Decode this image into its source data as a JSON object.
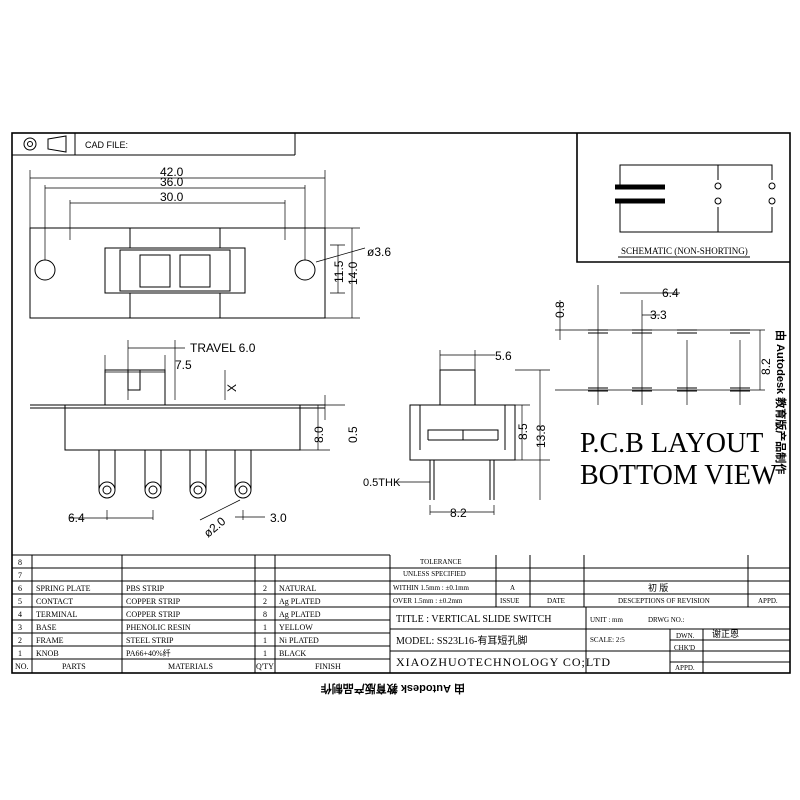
{
  "header": {
    "cad_file_label": "CAD FILE:"
  },
  "schematic": {
    "label": "SCHEMATIC (NON-SHORTING)"
  },
  "top_view": {
    "dims": [
      "42.0",
      "36.0",
      "30.0",
      "11.5",
      "14.0",
      "ø3.6"
    ]
  },
  "side_view": {
    "dims": [
      "TRAVEL 6.0",
      "7.5",
      "X",
      "8.0",
      "0.5",
      "6.4",
      "ø2.0",
      "3.0"
    ]
  },
  "end_view": {
    "dims": [
      "5.6",
      "8.5",
      "13.8",
      "0.5THK",
      "8.2"
    ]
  },
  "pcb": {
    "dims": [
      "0.8",
      "6.4",
      "3.3",
      "8.2"
    ],
    "title_line1": "P.C.B LAYOUT",
    "title_line2": "BOTTOM VIEW"
  },
  "watermark": "由 Autodesk 教育版产品制作",
  "parts_table": {
    "headers": [
      "NO.",
      "PARTS",
      "MATERIALS",
      "Q'TY",
      "FINISH"
    ],
    "rows": [
      [
        "8",
        "",
        "",
        "",
        ""
      ],
      [
        "7",
        "",
        "",
        "",
        ""
      ],
      [
        "6",
        "SPRING PLATE",
        "PBS STRIP",
        "2",
        "NATURAL"
      ],
      [
        "5",
        "CONTACT",
        "COPPER STRIP",
        "2",
        "Ag PLATED"
      ],
      [
        "4",
        "TERMINAL",
        "COPPER STRIP",
        "8",
        "Ag PLATED"
      ],
      [
        "3",
        "BASE",
        "PHENOLIC RESIN",
        "1",
        "YELLOW"
      ],
      [
        "2",
        "FRAME",
        "STEEL STRIP",
        "1",
        "Ni PLATED"
      ],
      [
        "1",
        "KNOB",
        "PA66+40%纤",
        "1",
        "BLACK"
      ]
    ]
  },
  "title_block": {
    "tolerance_1": "TOLERANCE",
    "tolerance_2": "UNLESS  SPECIFIED",
    "within": "WITHIN 1.5mm : ±0.1mm",
    "over": "OVER 1.5mm : ±0.2mm",
    "issue_value": "A",
    "revision_value": "初  版",
    "issue_label": "ISSUE",
    "date_label": "DATE",
    "desc_label": "DESCEPTIONS OF REVISION",
    "appd_label": "APPD.",
    "title": "TITLE :  VERTICAL SLIDE SWITCH",
    "unit": "UNIT :  mm",
    "drwg_no": "DRWG NO.:",
    "model": "MODEL:  SS23L16-有耳短孔脚",
    "scale": "SCALE:  2:5",
    "dwn_label": "DWN.",
    "dwn_value": "谢正恩",
    "chkd_label": "CHK'D",
    "appd2_label": "APPD.",
    "company": "XIAOZHUOTECHNOLOGY  CO;LTD"
  }
}
